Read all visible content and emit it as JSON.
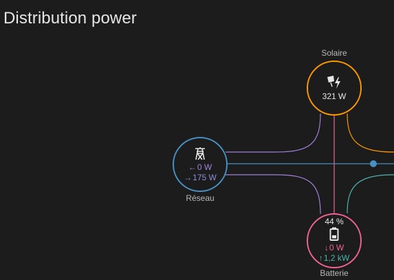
{
  "card": {
    "title": "Distribution power"
  },
  "solar": {
    "label": "Solaire",
    "value": "321 W",
    "icon": "solar-power-icon",
    "color": "#ff9800"
  },
  "grid": {
    "label": "Réseau",
    "import_value": "0 W",
    "export_value": "175 W",
    "import_arrow": "←",
    "export_arrow": "→",
    "icon": "transmission-tower-icon",
    "color": "#488fc2",
    "import_color": "#a280db",
    "export_color": "#8c8ee0"
  },
  "battery": {
    "label": "Batterie",
    "soc": "44 %",
    "charge_value": "0 W",
    "discharge_value": "1,2 kW",
    "charge_arrow": "↓",
    "discharge_arrow": "↑",
    "icon": "battery-icon",
    "color": "#f06292",
    "charge_color": "#f06292",
    "discharge_color": "#4db6ac"
  },
  "colors": {
    "solar_flow": "#ff9800",
    "grid_flow": "#488fc2",
    "battery_flow": "#f06292",
    "return_flow": "#a280db",
    "battery_home_flow": "#4db6ac"
  }
}
